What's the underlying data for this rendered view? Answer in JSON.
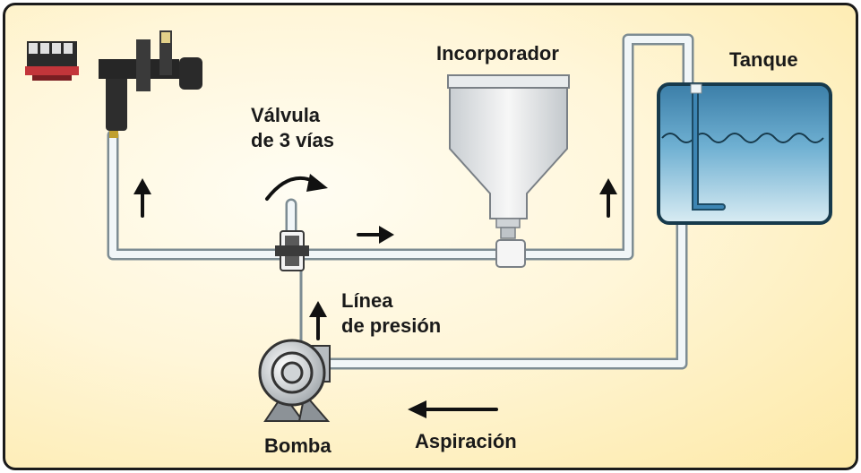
{
  "labels": {
    "incorporador": "Incorporador",
    "tanque": "Tanque",
    "valvula_line1": "Válvula",
    "valvula_line2": "de 3 vías",
    "linea_line1": "Línea",
    "linea_line2": "de presión",
    "bomba": "Bomba",
    "aspiracion": "Aspiración"
  },
  "colors": {
    "background": "#fff6d9",
    "pipe": "#eef4f6",
    "tank_water": "#b9dbe8",
    "tank_outline": "#173a4c",
    "arrow": "#111111"
  }
}
